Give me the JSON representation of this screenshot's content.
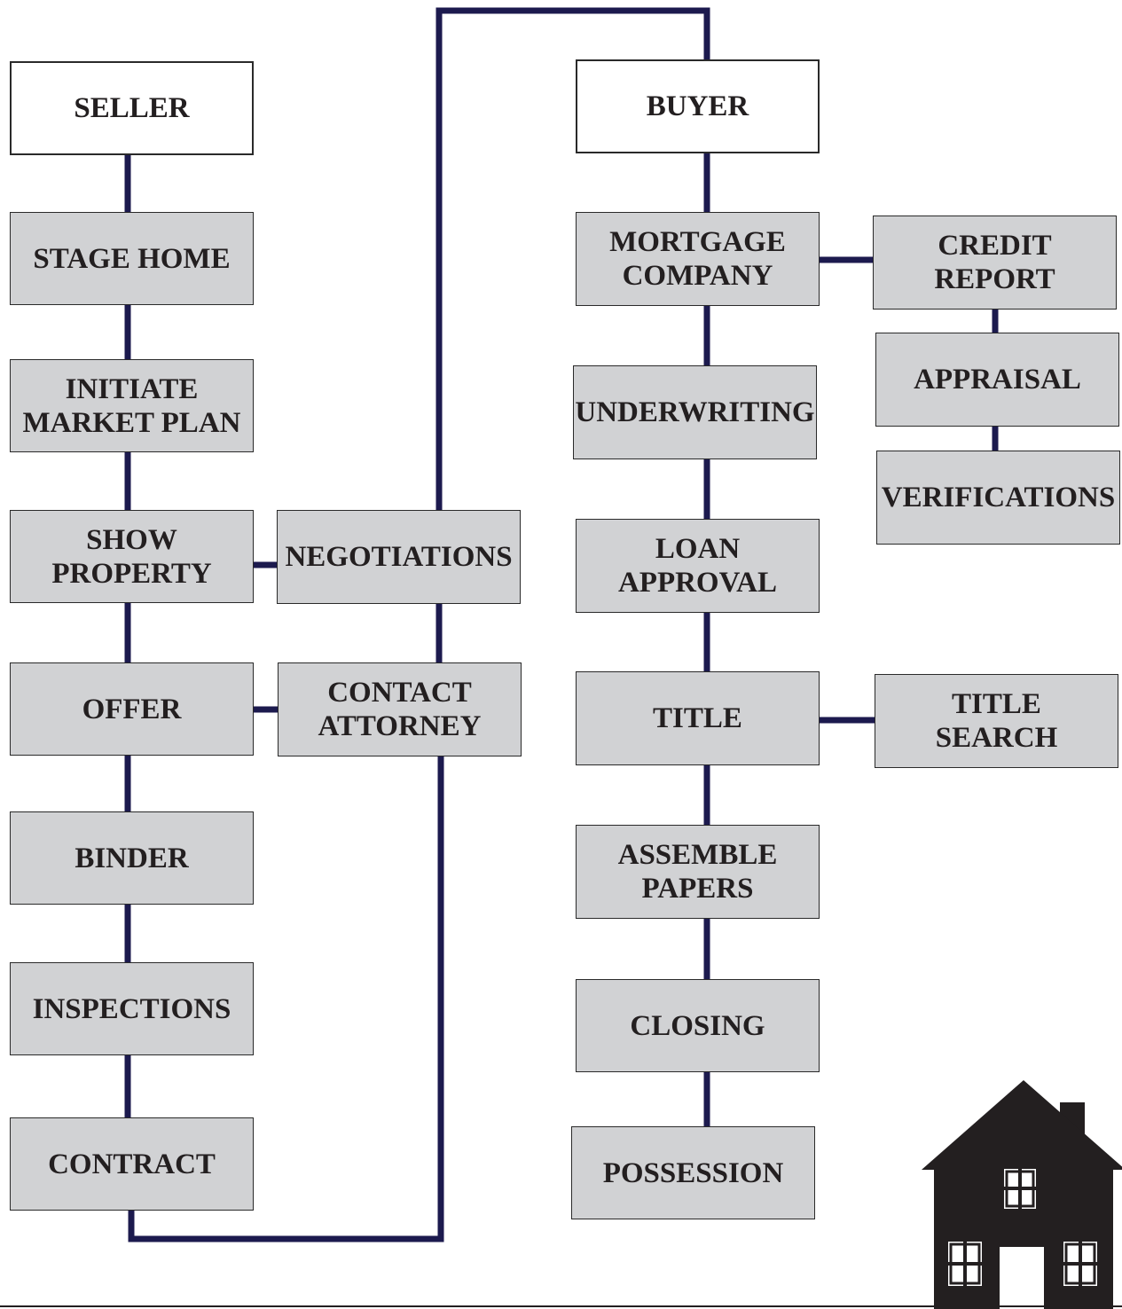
{
  "colors": {
    "connector": "#1c1a4e",
    "box_fill": "#d1d2d4",
    "header_fill": "#ffffff",
    "text": "#231f20",
    "house": "#231f20"
  },
  "seller": {
    "header": "SELLER",
    "steps": [
      "STAGE HOME",
      "INITIATE\nMARKET PLAN",
      "SHOW\nPROPERTY",
      "OFFER",
      "BINDER",
      "INSPECTIONS",
      "CONTRACT"
    ],
    "side": {
      "negotiations": "NEGOTIATIONS",
      "contact_attorney": "CONTACT\nATTORNEY"
    }
  },
  "buyer": {
    "header": "BUYER",
    "steps": [
      "MORTGAGE\nCOMPANY",
      "UNDERWRITING",
      "LOAN\nAPPROVAL",
      "TITLE",
      "ASSEMBLE\nPAPERS",
      "CLOSING",
      "POSSESSION"
    ],
    "side": {
      "credit_report": "CREDIT\nREPORT",
      "appraisal": "APPRAISAL",
      "verifications": "VERIFICATIONS",
      "title_search": "TITLE\nSEARCH"
    }
  },
  "house_icon": "house-icon"
}
